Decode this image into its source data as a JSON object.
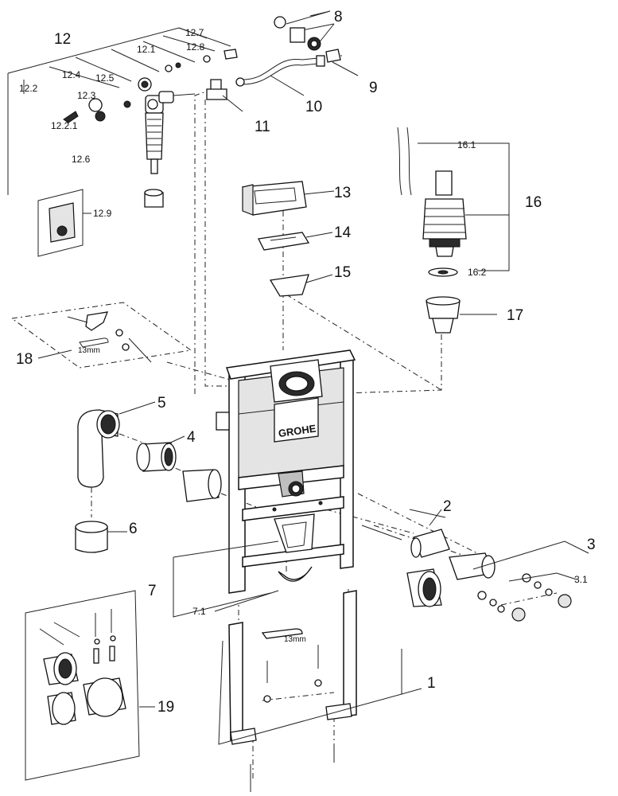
{
  "labels": {
    "p1": "1",
    "p2": "2",
    "p3": "3",
    "p3_1": "3.1",
    "p4": "4",
    "p5": "5",
    "p6": "6",
    "p7": "7",
    "p7_1": "7.1",
    "p8": "8",
    "p9": "9",
    "p10": "10",
    "p11": "11",
    "p12": "12",
    "p12_1": "12.1",
    "p12_2": "12.2",
    "p12_2_1": "12.2.1",
    "p12_3": "12.3",
    "p12_4": "12.4",
    "p12_5": "12.5",
    "p12_6": "12.6",
    "p12_7": "12.7",
    "p12_8": "12.8",
    "p12_9": "12.9",
    "p13": "13",
    "p14": "14",
    "p15": "15",
    "p16": "16",
    "p16_1": "16.1",
    "p16_2": "16.2",
    "p17": "17",
    "p18": "18",
    "p19": "19"
  },
  "annotations": {
    "wrench_18": "13mm",
    "wrench_1": "13mm"
  },
  "brand": "GROHE"
}
